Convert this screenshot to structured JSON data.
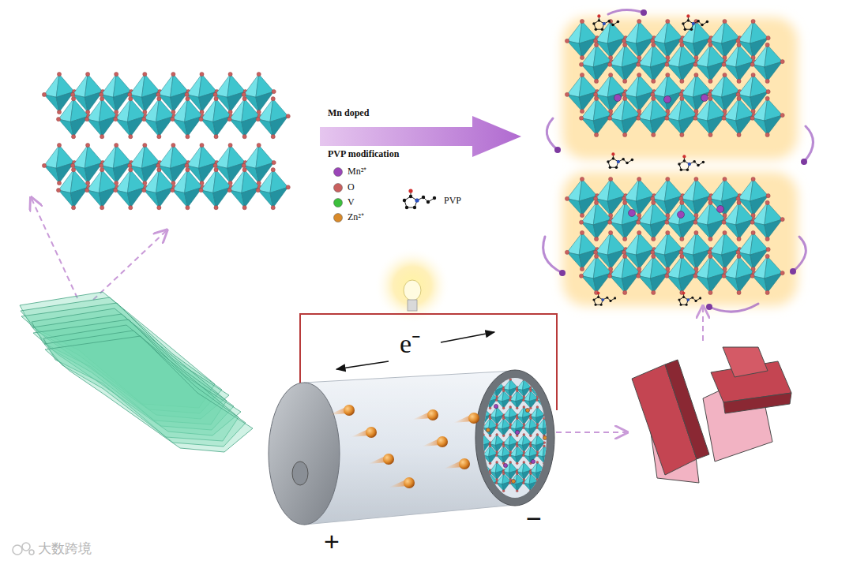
{
  "diagram": {
    "labels": [
      "Mn doped",
      "PVP modification",
      "e⁻",
      "+",
      "−",
      "大数跨境"
    ],
    "legend": [
      {
        "text": "Mn²⁺",
        "color": "#9b45b8"
      },
      {
        "text": "O",
        "color": "#c9605f"
      },
      {
        "text": "V",
        "color": "#3cbf3c"
      },
      {
        "text": "Zn²⁺",
        "color": "#d98a2a"
      },
      {
        "text": "PVP"
      }
    ]
  }
}
